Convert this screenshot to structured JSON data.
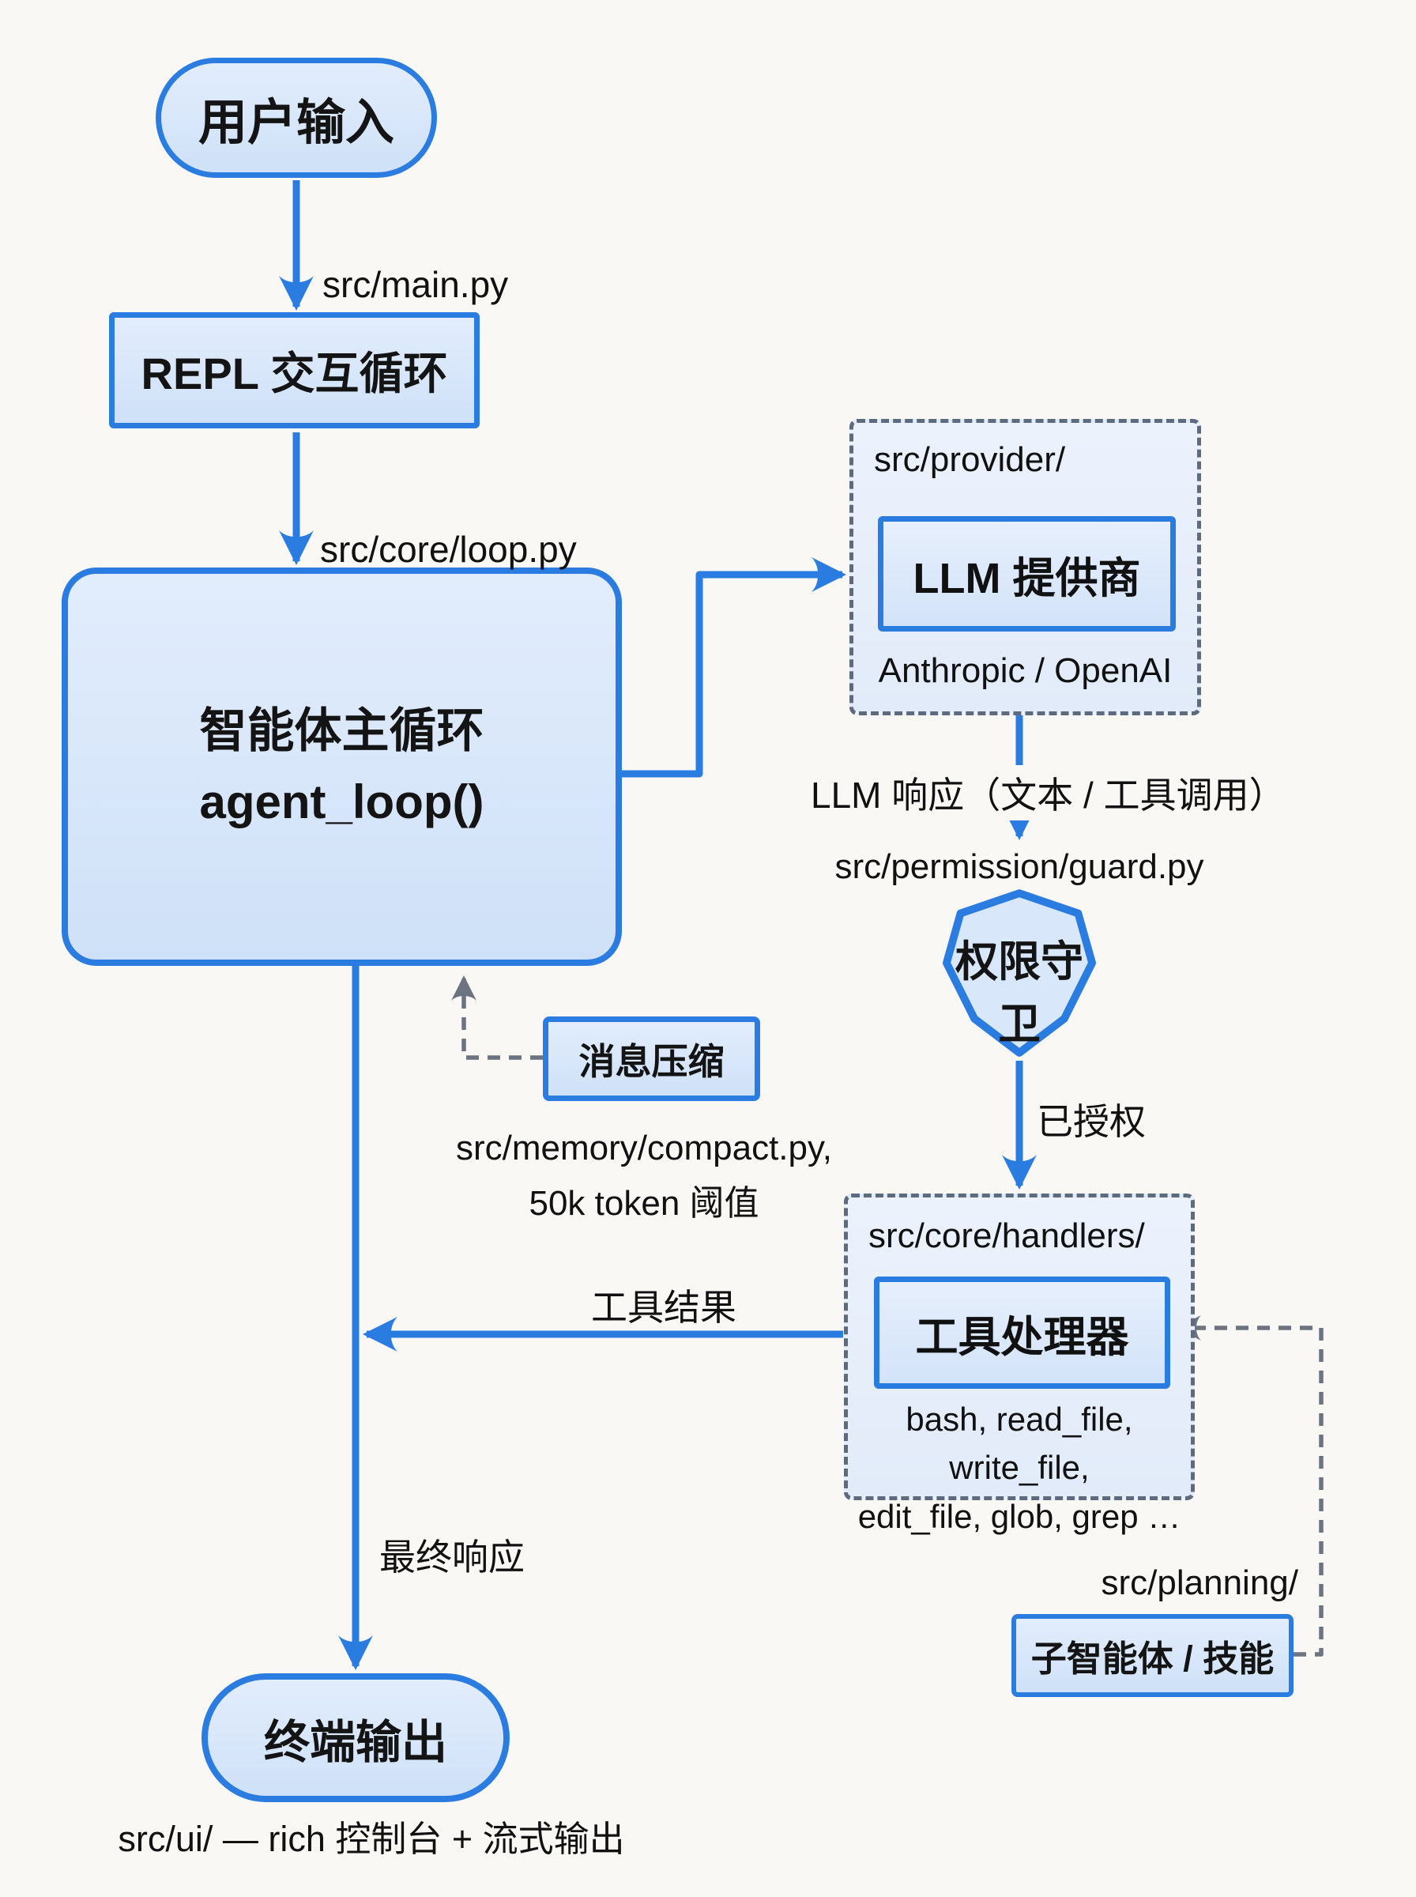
{
  "colors": {
    "accent_blue": "#2b7ce0",
    "node_fill": "#d8e6fa",
    "container_fill": "#e9effb",
    "dashed_border": "#5d6b80",
    "gray_connector": "#6b7480",
    "background": "#faf8f5",
    "text": "#111111"
  },
  "nodes": {
    "user_input": "用户输入",
    "repl": "REPL 交互循环",
    "agent_line1": "智能体主循环",
    "agent_line2": "agent_loop()",
    "llm_provider": "LLM 提供商",
    "provider_subtitle": "Anthropic / OpenAI",
    "guard": "权限守卫",
    "tool_handler": "工具处理器",
    "handlers_subtitle_line1": "bash, read_file, write_file,",
    "handlers_subtitle_line2": "edit_file, glob, grep …",
    "compaction": "消息压缩",
    "terminal_output": "终端输出",
    "subagent": "子智能体 / 技能"
  },
  "labels": {
    "main_py": "src/main.py",
    "core_loop_py": "src/core/loop.py",
    "provider_dir": "src/provider/",
    "llm_response": "LLM 响应（文本 / 工具调用）",
    "guard_py": "src/permission/guard.py",
    "authorized": "已授权",
    "handlers_dir": "src/core/handlers/",
    "tool_result": "工具结果",
    "compact_py": "src/memory/compact.py,",
    "token_threshold": "50k token 阈值",
    "final_response": "最终响应",
    "planning_dir": "src/planning/",
    "ui_caption": "src/ui/ — rich 控制台 + 流式输出"
  }
}
